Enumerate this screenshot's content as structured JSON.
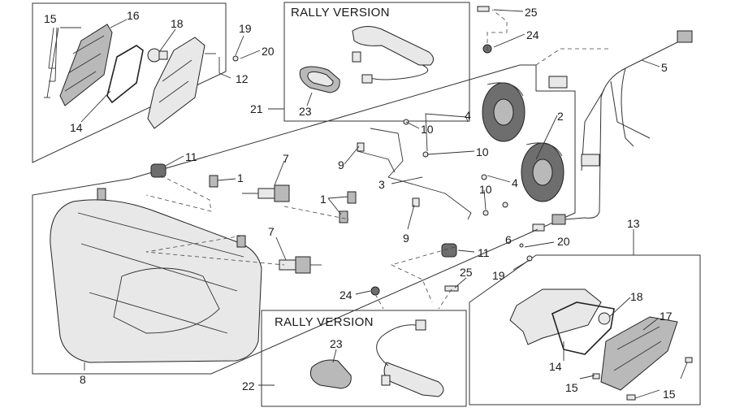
{
  "boxes": {
    "rally_top": "RALLY VERSION",
    "rally_bottom": "RALLY VERSION"
  },
  "labels": {
    "c15a": "15",
    "c16": "16",
    "c18a": "18",
    "c19a": "19",
    "c20a": "20",
    "c12": "12",
    "c14a": "14",
    "c21": "21",
    "c23a": "23",
    "c25a": "25",
    "c24a": "24",
    "c5": "5",
    "c2": "2",
    "c4a": "4",
    "c10a": "10",
    "c10b": "10",
    "c10c": "10",
    "c4b": "4",
    "c11a": "11",
    "c7a": "7",
    "c9a": "9",
    "c1a": "1",
    "c3": "3",
    "c1b": "1",
    "c9b": "9",
    "c6": "6",
    "c20b": "20",
    "c19b": "19",
    "c13": "13",
    "c7b": "7",
    "c11b": "11",
    "c25b": "25",
    "c24b": "24",
    "c18b": "18",
    "c17": "17",
    "c8": "8",
    "c23b": "23",
    "c14b": "14",
    "c15b": "15",
    "c22": "22",
    "c15c": "15"
  }
}
